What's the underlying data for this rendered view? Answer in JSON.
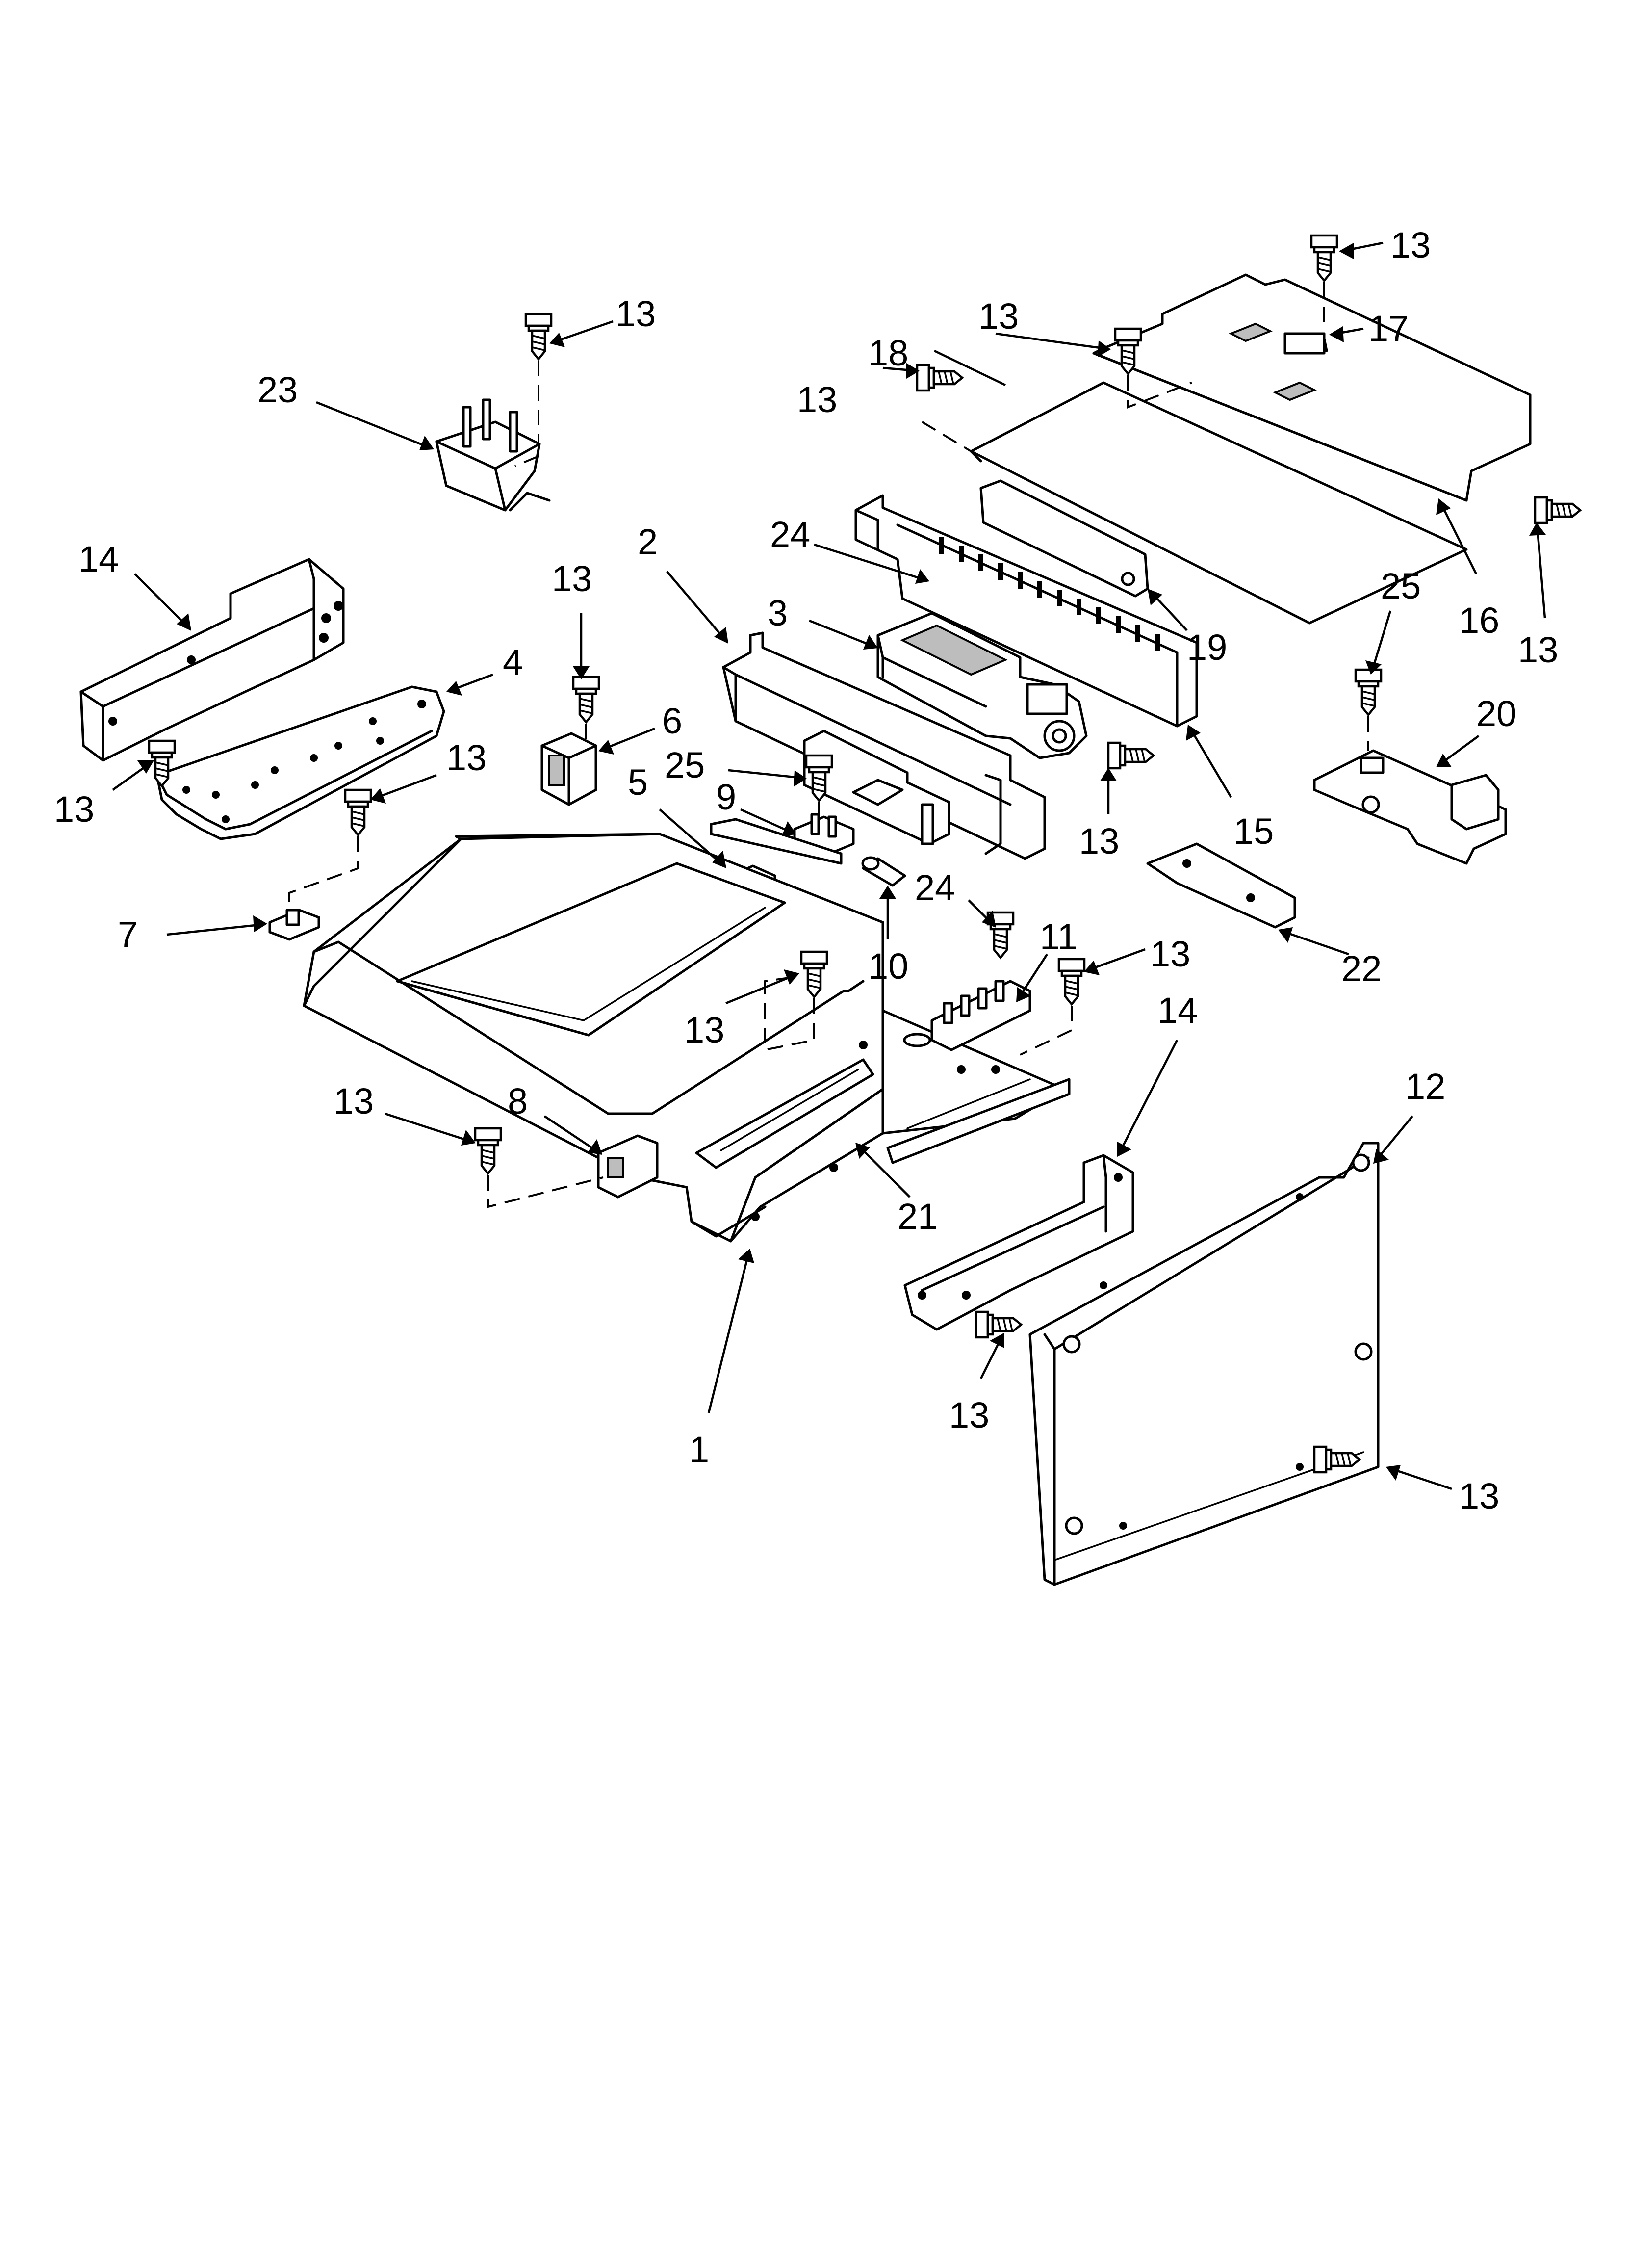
{
  "callouts": [
    {
      "id": "c1",
      "label": "13"
    },
    {
      "id": "c2",
      "label": "13"
    },
    {
      "id": "c3",
      "label": "23"
    },
    {
      "id": "c4",
      "label": "13"
    },
    {
      "id": "c5",
      "label": "18"
    },
    {
      "id": "c6",
      "label": "13"
    },
    {
      "id": "c7",
      "label": "17"
    },
    {
      "id": "c8",
      "label": "14"
    },
    {
      "id": "c9",
      "label": "2"
    },
    {
      "id": "c10",
      "label": "24"
    },
    {
      "id": "c11",
      "label": "13"
    },
    {
      "id": "c12",
      "label": "3"
    },
    {
      "id": "c13",
      "label": "4"
    },
    {
      "id": "c14",
      "label": "6"
    },
    {
      "id": "c15",
      "label": "13"
    },
    {
      "id": "c16",
      "label": "13"
    },
    {
      "id": "c17",
      "label": "25"
    },
    {
      "id": "c18",
      "label": "5"
    },
    {
      "id": "c19",
      "label": "9"
    },
    {
      "id": "c20",
      "label": "19"
    },
    {
      "id": "c21",
      "label": "16"
    },
    {
      "id": "c22",
      "label": "13"
    },
    {
      "id": "c23",
      "label": "25"
    },
    {
      "id": "c24",
      "label": "20"
    },
    {
      "id": "c25",
      "label": "13"
    },
    {
      "id": "c26",
      "label": "15"
    },
    {
      "id": "c27",
      "label": "7"
    },
    {
      "id": "c28",
      "label": "10"
    },
    {
      "id": "c29",
      "label": "24"
    },
    {
      "id": "c30",
      "label": "11"
    },
    {
      "id": "c31",
      "label": "13"
    },
    {
      "id": "c32",
      "label": "22"
    },
    {
      "id": "c33",
      "label": "13"
    },
    {
      "id": "c34",
      "label": "14"
    },
    {
      "id": "c35",
      "label": "13"
    },
    {
      "id": "c36",
      "label": "8"
    },
    {
      "id": "c37",
      "label": "12"
    },
    {
      "id": "c38",
      "label": "21"
    },
    {
      "id": "c39",
      "label": "13"
    },
    {
      "id": "c40",
      "label": "1"
    },
    {
      "id": "c41",
      "label": "13"
    }
  ]
}
